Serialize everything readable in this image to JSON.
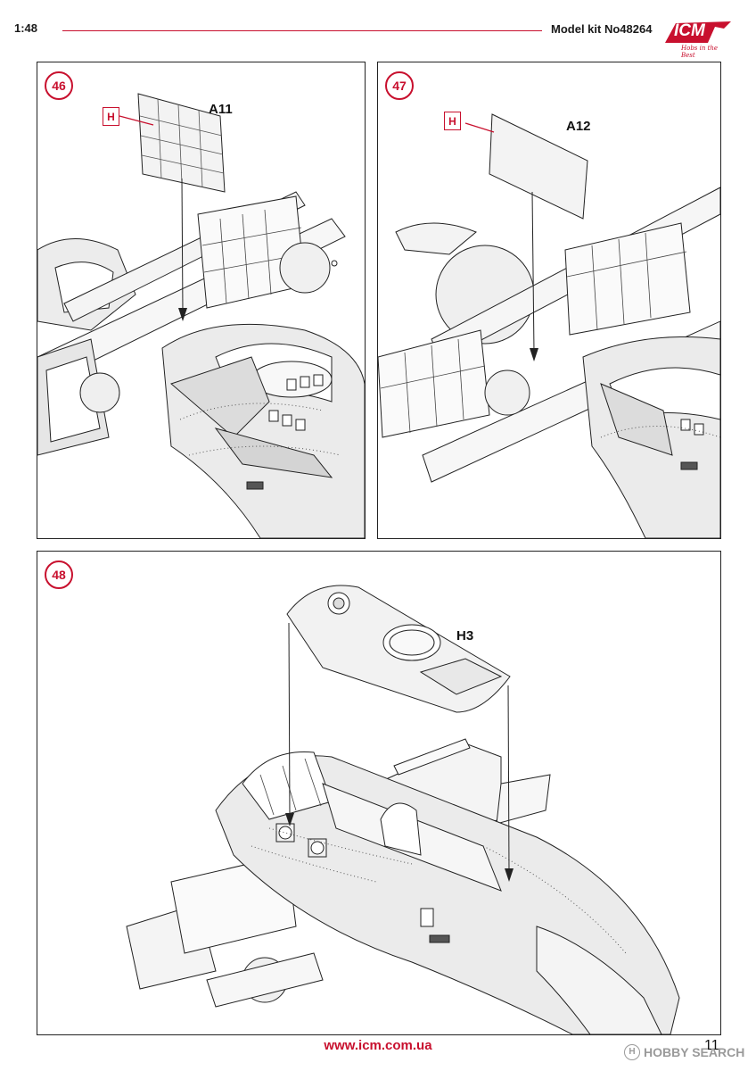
{
  "header": {
    "scale": "1:48",
    "model_kit": "Model kit No48264",
    "brand": "ICM",
    "tagline": "Hobs in the Best"
  },
  "steps": [
    {
      "number": "46",
      "part": "A11",
      "sprue": "H"
    },
    {
      "number": "47",
      "part": "A12",
      "sprue": "H"
    },
    {
      "number": "48",
      "part": "H3"
    }
  ],
  "footer": {
    "url": "www.icm.com.ua",
    "page_number": "11",
    "watermark": "HOBBY SEARCH"
  },
  "colors": {
    "accent_red": "#c8102e",
    "line": "#222222",
    "fill_light": "#ececec",
    "fill_mid": "#d6d6d6"
  }
}
